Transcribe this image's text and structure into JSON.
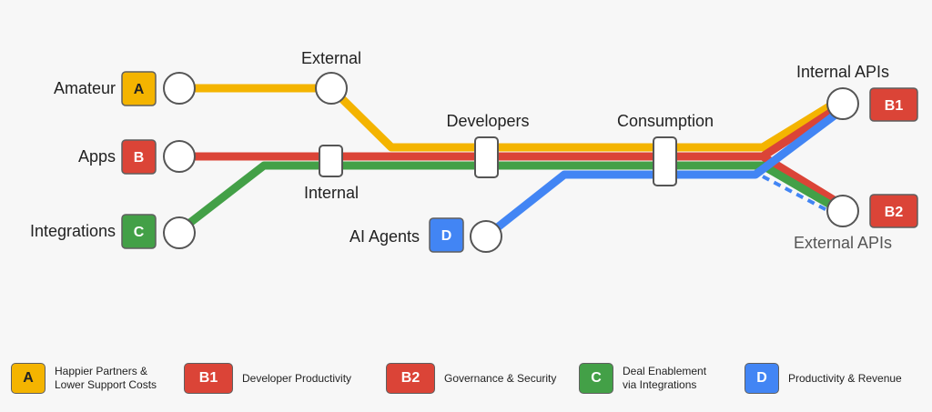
{
  "colors": {
    "yellow": "#f4b400",
    "red": "#db4437",
    "green": "#43a047",
    "blue": "#4285f4",
    "background": "#f7f7f7"
  },
  "sources": {
    "amateur": {
      "label": "Amateur",
      "badge": "A"
    },
    "apps": {
      "label": "Apps",
      "badge": "B"
    },
    "integrations": {
      "label": "Integrations",
      "badge": "C"
    },
    "ai_agents": {
      "label": "AI Agents",
      "badge": "D"
    }
  },
  "stations": {
    "external": "External",
    "internal": "Internal",
    "developers": "Developers",
    "consumption": "Consumption"
  },
  "destinations": {
    "internal_apis": {
      "label": "Internal APIs",
      "badge": "B1"
    },
    "external_apis": {
      "label": "External APIs",
      "badge": "B2"
    }
  },
  "legend": [
    {
      "badge": "A",
      "color": "yellow",
      "text": "Happier Partners &\nLower Support Costs",
      "badge_text_color": "#222"
    },
    {
      "badge": "B1",
      "color": "red",
      "text": "Developer Productivity"
    },
    {
      "badge": "B2",
      "color": "red",
      "text": "Governance & Security"
    },
    {
      "badge": "C",
      "color": "green",
      "text": "Deal Enablement\nvia Integrations"
    },
    {
      "badge": "D",
      "color": "blue",
      "text": "Productivity & Revenue"
    }
  ]
}
